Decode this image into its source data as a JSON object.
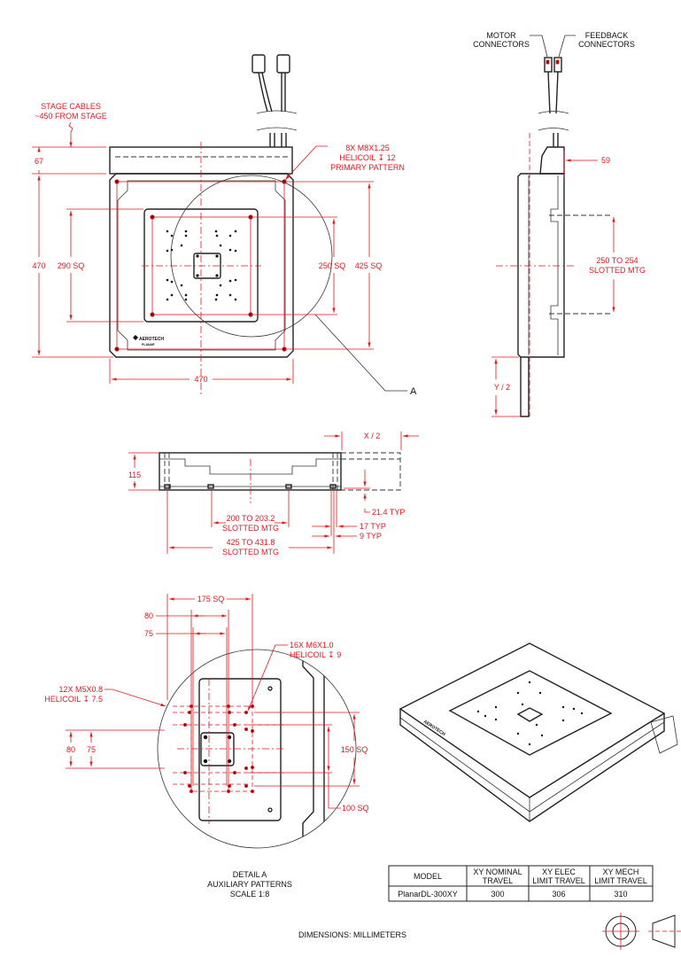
{
  "top_view": {
    "stage_cables": [
      "STAGE CABLES",
      "~450 FROM STAGE"
    ],
    "dim_67": "67",
    "dim_470_v": "470",
    "dim_290": "290 SQ",
    "dim_250": "250 SQ",
    "dim_425": "425 SQ",
    "dim_470_h": "470",
    "primary_note": [
      "8X M8X1.25",
      "HELICOIL ↧ 12",
      "PRIMARY PATTERN"
    ],
    "detail_callout": "A",
    "logo": [
      "AEROTECH",
      "PLANAR"
    ]
  },
  "right_view": {
    "motor": [
      "MOTOR",
      "CONNECTORS"
    ],
    "feedback": [
      "FEEDBACK",
      "CONNECTORS"
    ],
    "dim_59": "59",
    "slotted": [
      "250 TO 254",
      "SLOTTED MTG"
    ],
    "y_half": "Y / 2"
  },
  "front_view": {
    "dim_115": "115",
    "x_half": "X / 2",
    "dim_214": "21.4 TYP",
    "slot_200": [
      "200 TO 203.2",
      "SLOTTED MTG"
    ],
    "dim_17": "17 TYP",
    "dim_9": "9 TYP",
    "slot_425": [
      "425 TO 431.8",
      "SLOTTED MTG"
    ]
  },
  "detail_a": {
    "dim_175": "175 SQ",
    "dim_80_h": "80",
    "dim_75_h": "75",
    "m6_note": [
      "16X M6X1.0",
      "HELICOIL ↧ 9"
    ],
    "m5_note": [
      "12X M5X0.8",
      "HELICOIL ↧ 7.5"
    ],
    "dim_80_v": "80",
    "dim_75_v": "75",
    "dim_150": "150 SQ",
    "dim_100": "100 SQ",
    "title": [
      "DETAIL A",
      "AUXILIARY PATTERNS",
      "SCALE 1:8"
    ]
  },
  "table": {
    "headers": [
      [
        "MODEL"
      ],
      [
        "XY NOMINAL",
        "TRAVEL"
      ],
      [
        "XY ELEC",
        "LIMIT TRAVEL"
      ],
      [
        "XY MECH",
        "LIMIT TRAVEL"
      ]
    ],
    "rows": [
      [
        "PlanarDL-300XY",
        "300",
        "306",
        "310"
      ]
    ]
  },
  "units_note": "DIMENSIONS:  MILLIMETERS",
  "colors": {
    "dimension": "#e8141b",
    "outline": "#222222"
  }
}
